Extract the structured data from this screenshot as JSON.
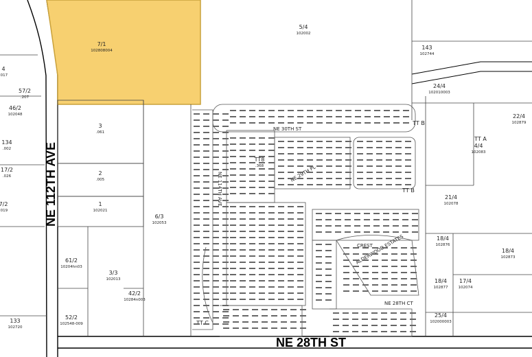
{
  "streets": {
    "ne_112th_ave": "NE 112TH AVE",
    "ne_28th_st": "NE 28TH ST"
  },
  "highlight": {
    "color": "#f7d070",
    "stroke": "#c9a13a"
  },
  "parcels": {
    "highlighted": {
      "label": "7/1",
      "id": "102808004"
    },
    "p54_top": {
      "label": "5/4",
      "id": "102002"
    },
    "p3": {
      "label": "3",
      "id": ".061"
    },
    "p2": {
      "label": "2",
      "id": ".005"
    },
    "p1": {
      "label": "1",
      "id": "102021"
    },
    "p63": {
      "label": "6/3",
      "id": "102053"
    },
    "p612": {
      "label": "61/2",
      "id": "10204hn03"
    },
    "p33": {
      "label": "3/3",
      "id": "102013"
    },
    "p422": {
      "label": "42/2",
      "id": "10284n003"
    },
    "p522": {
      "label": "52/2",
      "id": "102548-009"
    },
    "p133": {
      "label": "133",
      "id": "102720"
    },
    "p4_left": {
      "label": "4",
      "id": ".017"
    },
    "p572": {
      "label": "57/2",
      "id": ".207"
    },
    "p462": {
      "label": "46/2",
      "id": "102048"
    },
    "p134": {
      "label": "134",
      "id": ".002"
    },
    "p172": {
      "label": "17/2",
      "id": ".026"
    },
    "p72_left": {
      "label": "7/2",
      "id": ".019"
    },
    "p143": {
      "label": "143",
      "id": "102744"
    },
    "p244": {
      "label": "24/4",
      "id": "102010003"
    },
    "p224": {
      "label": "22/4",
      "id": "102879"
    },
    "p44": {
      "label": "4/4",
      "id": "102083"
    },
    "p214": {
      "label": "21/4",
      "id": "102078"
    },
    "p184": {
      "label": "18/4",
      "id": "102876"
    },
    "p184b": {
      "label": "18/4",
      "id": "102873"
    },
    "p184c": {
      "label": "18/4",
      "id": "102877"
    },
    "p174": {
      "label": "17/4",
      "id": "102074"
    },
    "p254": {
      "label": "25/4",
      "id": "102000003"
    },
    "tta": {
      "label": "TT A"
    },
    "ttb": {
      "label": "TT B"
    },
    "ttb2": {
      "label": "TT B"
    },
    "ttc": {
      "label": "TT C"
    },
    "tt_center": {
      "label": "TT8",
      "id": ".368"
    }
  },
  "small_labels": {
    "ne_30th_st": "NE 30TH ST",
    "s_29th_st": "NE 29TH PL",
    "ne_28th_ct": "NE 28TH CT",
    "ne_114th_ave": "NE 114TH AVE",
    "alderwood": "ALDERWOOD ESTATES",
    "crest": "CREST"
  }
}
